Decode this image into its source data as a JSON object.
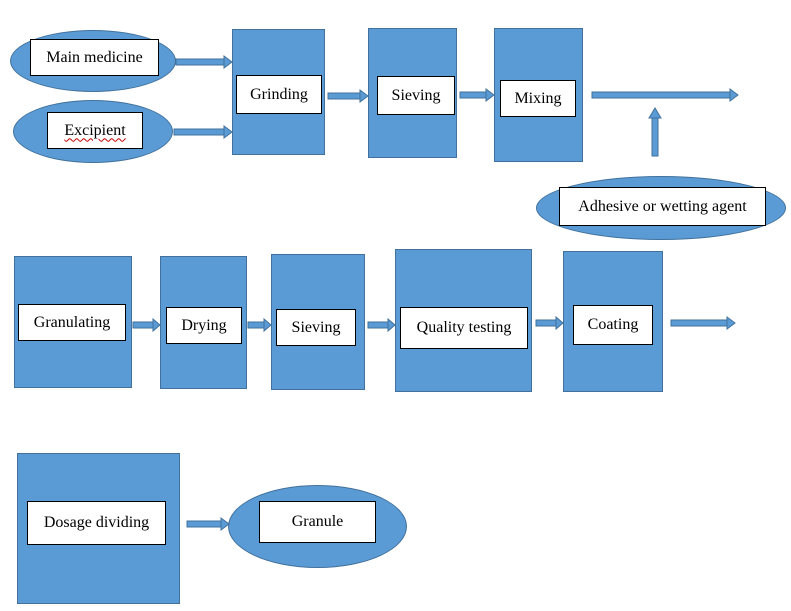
{
  "colors": {
    "shape_fill": "#5b9bd5",
    "shape_border": "#41719c",
    "label_fill": "#ffffff",
    "label_border": "#000000",
    "spellcheck_underline": "#c00000"
  },
  "inputs": {
    "main_medicine": "Main medicine",
    "excipient": "Excipient",
    "adhesive": "Adhesive or wetting agent"
  },
  "steps": {
    "grinding": "Grinding",
    "sieving_1": "Sieving",
    "mixing": "Mixing",
    "granulating": "Granulating",
    "drying": "Drying",
    "sieving_2": "Sieving",
    "quality_testing": "Quality testing",
    "coating": "Coating",
    "dosage_dividing": "Dosage dividing"
  },
  "output": {
    "granule": "Granule"
  },
  "arrow_icon": "block-right-arrow"
}
